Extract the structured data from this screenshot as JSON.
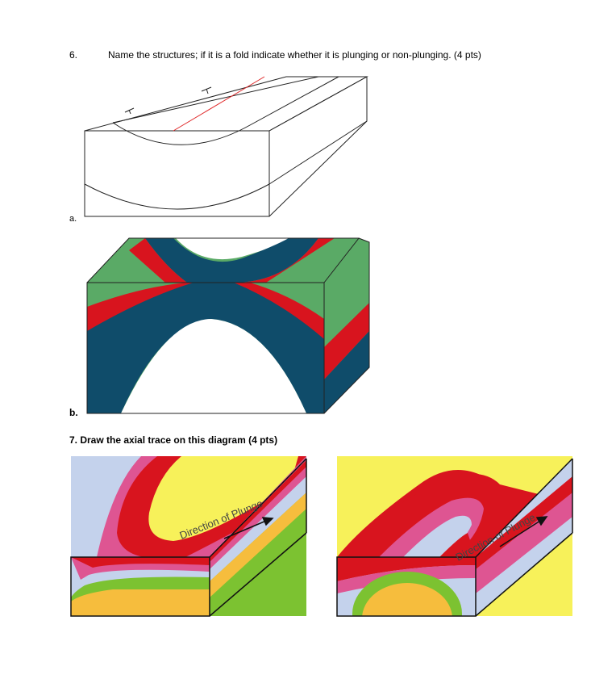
{
  "question6": {
    "number": "6.",
    "text": "Name the structures; if it is a fold indicate whether it is plunging or non-plunging. (4 pts)",
    "label_a": "a.",
    "label_b": "b."
  },
  "question7": {
    "text": "7. Draw the axial trace on this diagram (4 pts)"
  },
  "diagram_left": {
    "arrow_label": "Direction of Plunge"
  },
  "diagram_right": {
    "arrow_label": "Direction of Plunge"
  },
  "colors": {
    "green": "#5aaa66",
    "dark_blue": "#0f4c6a",
    "red": "#d8141e",
    "yellow": "#f7f15a",
    "pink": "#de5592",
    "light_blue": "#c4d2ec",
    "lime": "#7cc231",
    "orange": "#f6bd3d",
    "axial_red": "#e0292a"
  }
}
